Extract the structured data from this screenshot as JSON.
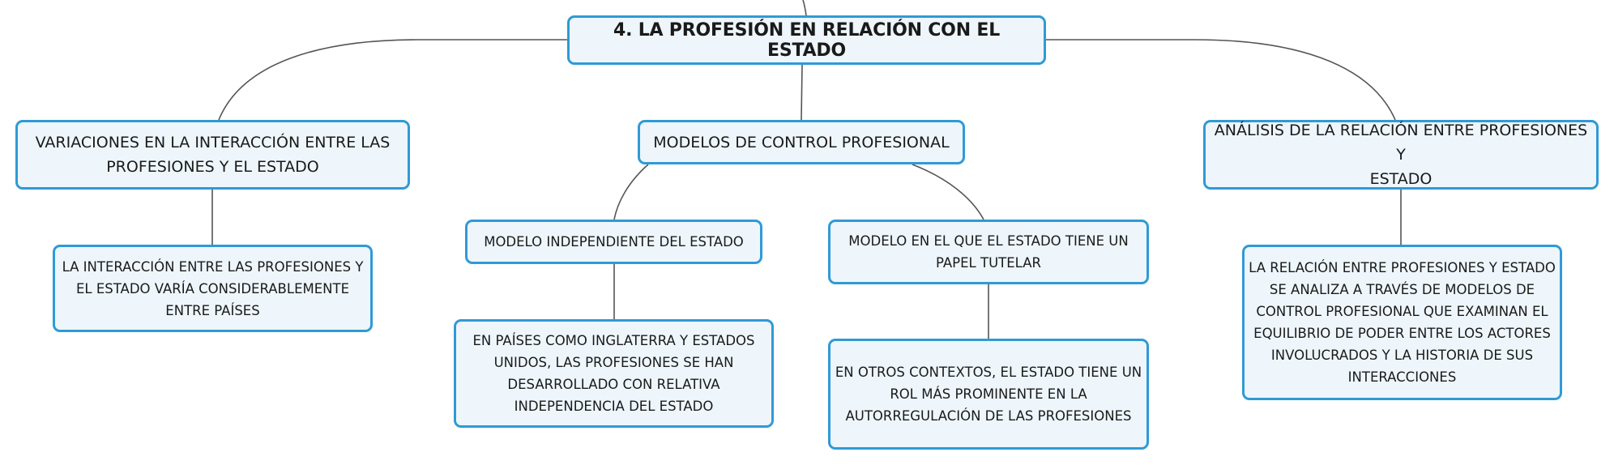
{
  "diagram": {
    "root": {
      "label": "4. LA PROFESIÓN EN RELACIÓN CON EL ESTADO"
    },
    "branches": [
      {
        "label_lines": [
          "VARIACIONES EN LA INTERACCIÓN ENTRE LAS",
          "PROFESIONES Y EL ESTADO"
        ],
        "children": [
          {
            "label_lines": [
              "LA INTERACCIÓN ENTRE LAS PROFESIONES Y",
              "EL ESTADO VARÍA CONSIDERABLEMENTE",
              "ENTRE PAÍSES"
            ]
          }
        ]
      },
      {
        "label_lines": [
          "MODELOS DE CONTROL PROFESIONAL"
        ],
        "children": [
          {
            "label_lines": [
              "MODELO INDEPENDIENTE DEL ESTADO"
            ],
            "children": [
              {
                "label_lines": [
                  "EN PAÍSES COMO INGLATERRA Y ESTADOS",
                  "UNIDOS, LAS PROFESIONES SE HAN",
                  "DESARROLLADO CON RELATIVA",
                  "INDEPENDENCIA DEL ESTADO"
                ]
              }
            ]
          },
          {
            "label_lines": [
              "MODELO EN EL QUE EL ESTADO TIENE UN",
              "PAPEL TUTELAR"
            ],
            "children": [
              {
                "label_lines": [
                  "EN OTROS CONTEXTOS, EL ESTADO TIENE UN",
                  "ROL MÁS PROMINENTE EN LA",
                  "AUTORREGULACIÓN DE LAS PROFESIONES"
                ]
              }
            ]
          }
        ]
      },
      {
        "label_lines": [
          "ANÁLISIS DE LA RELACIÓN ENTRE PROFESIONES Y",
          "ESTADO"
        ],
        "children": [
          {
            "label_lines": [
              "LA RELACIÓN ENTRE PROFESIONES Y ESTADO",
              "SE ANALIZA A TRAVÉS DE MODELOS DE",
              "CONTROL PROFESIONAL QUE EXAMINAN EL",
              "EQUILIBRIO DE PODER ENTRE LOS ACTORES",
              "INVOLUCRADOS Y LA HISTORIA DE SUS",
              "INTERACCIONES"
            ]
          }
        ]
      }
    ],
    "colors": {
      "node_border": "#2f9ad6",
      "node_fill": "#eef6fc",
      "connector": "#555555",
      "text": "#1a1a1a"
    }
  }
}
